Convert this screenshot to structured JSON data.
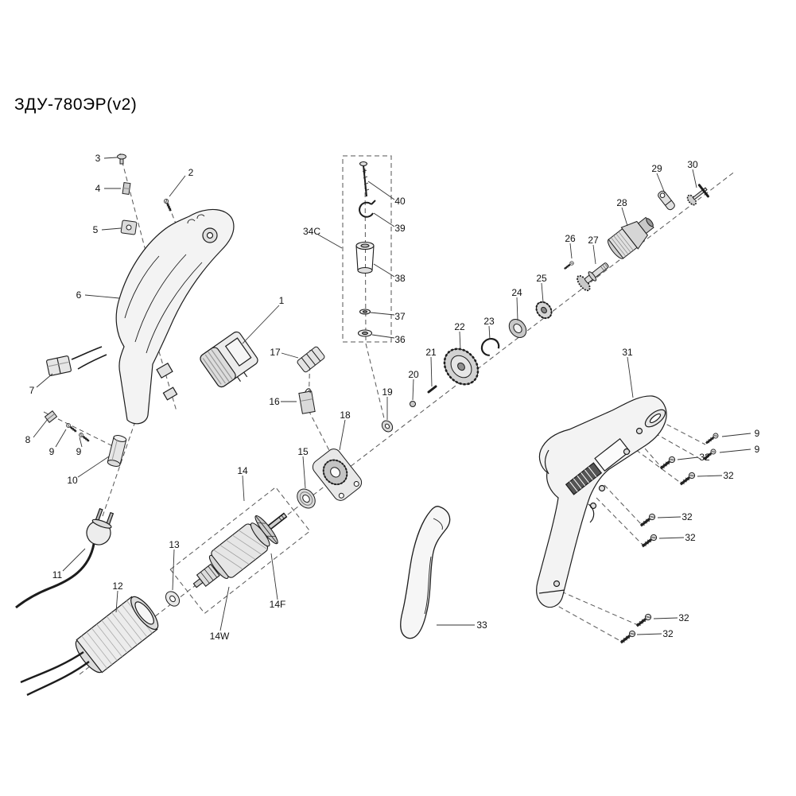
{
  "title": "ЗДУ-780ЭР(v2)",
  "labels": [
    "3",
    "2",
    "4",
    "5",
    "6",
    "7",
    "1",
    "17",
    "16",
    "8",
    "9",
    "9",
    "10",
    "11",
    "12",
    "13",
    "14",
    "15",
    "18",
    "19",
    "20",
    "21",
    "22",
    "23",
    "24",
    "25",
    "26",
    "27",
    "28",
    "29",
    "30",
    "31",
    "34C",
    "40",
    "39",
    "38",
    "37",
    "36",
    "9",
    "9",
    "32",
    "32",
    "32",
    "32",
    "32",
    "32",
    "33",
    "14F",
    "14W"
  ]
}
